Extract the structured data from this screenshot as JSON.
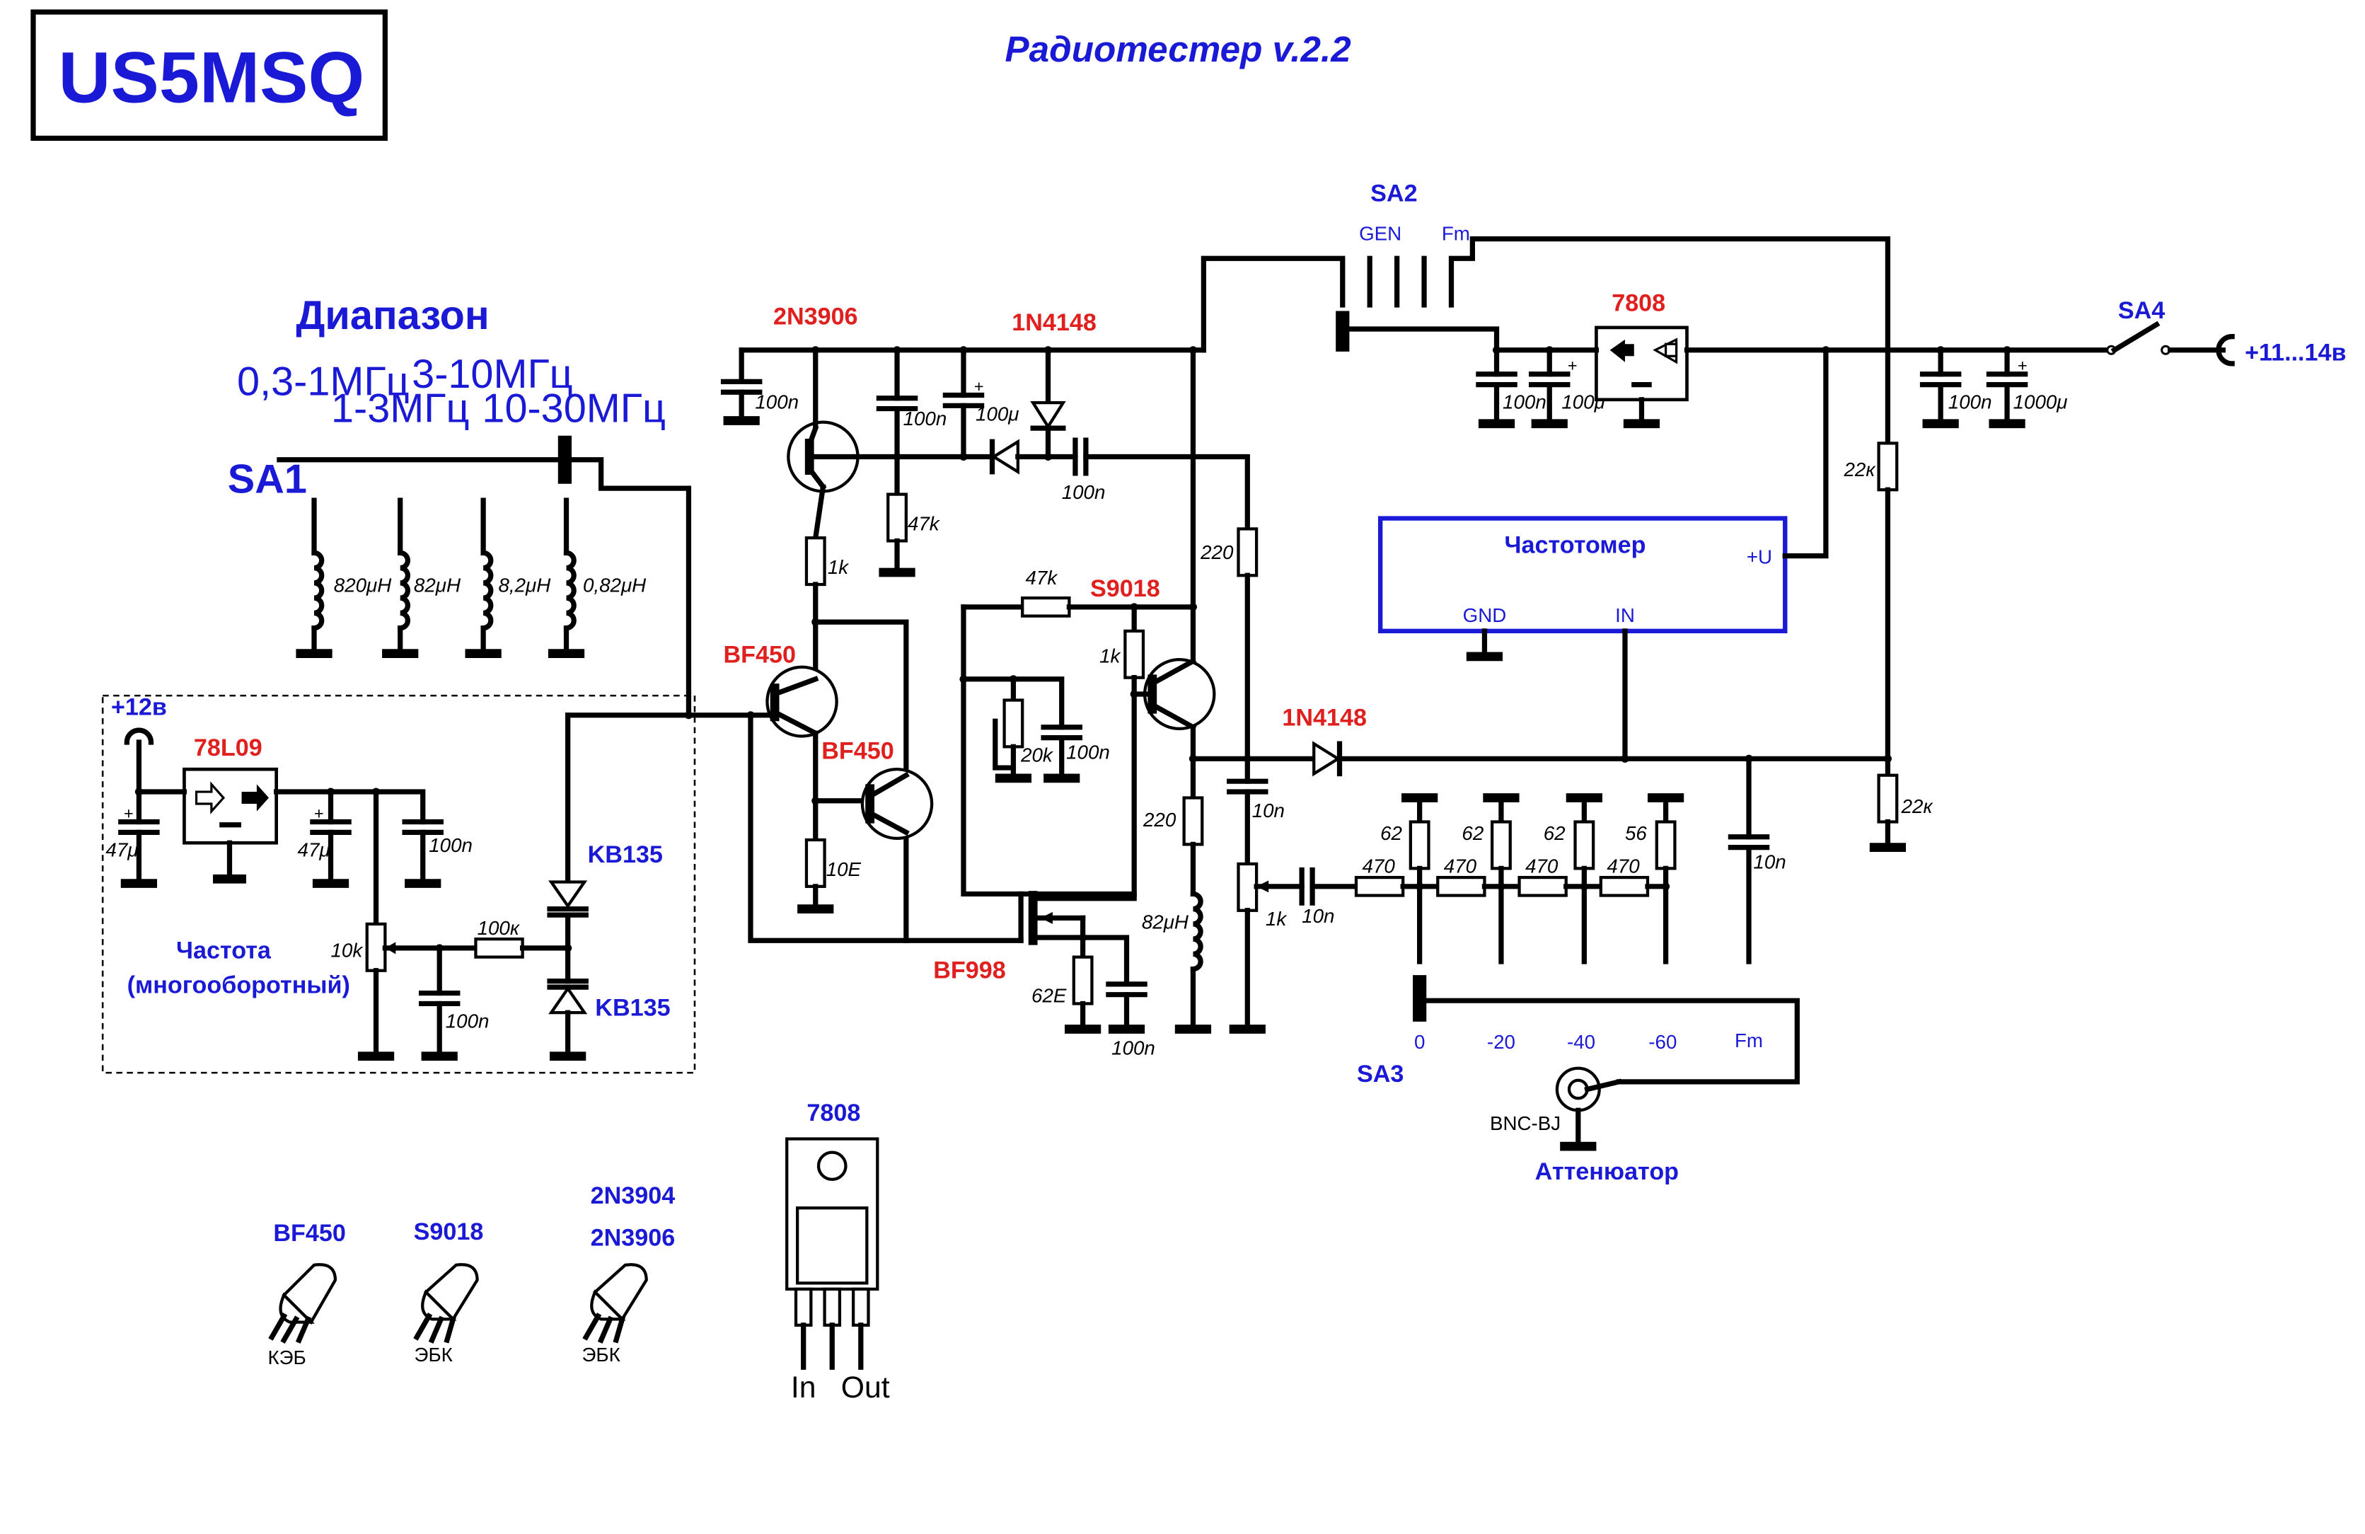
{
  "title": "Радиотестер v.2.2",
  "logo": "US5MSQ",
  "range": {
    "heading": "Диапазон",
    "b1": "0,3-1МГц",
    "b2": "1-3МГц",
    "b3": "3-10МГц",
    "b4": "10-30МГц"
  },
  "switches": {
    "sa1": "SA1",
    "sa2": "SA2",
    "sa3": "SA3",
    "sa4": "SA4",
    "gen": "GEN",
    "fm": "Fm"
  },
  "sa3_positions": {
    "p0": "0",
    "p1": "-20",
    "p2": "-40",
    "p3": "-60",
    "p4": "Fm"
  },
  "frequency_meter": {
    "title": "Частотомер",
    "gnd": "GND",
    "inp": "IN",
    "vcc": "+U"
  },
  "supply": {
    "main": "+11...14в",
    "plus12": "+12в"
  },
  "semis": {
    "q1": "2N3906",
    "d1": "1N4148",
    "q2": "BF450",
    "q3": "BF450",
    "q4": "S9018",
    "d2": "1N4148",
    "q5": "BF998",
    "reg1": "7808",
    "reg2": "78L09",
    "vd1": "KB135",
    "vd2": "KB135"
  },
  "tuning": {
    "line1": "Частота",
    "line2": "(многооборотный)"
  },
  "inductors": [
    "820μH",
    "82μH",
    "8,2μH",
    "0,82μH"
  ],
  "components": {
    "c_q1_top": "100n",
    "c_q1_mid": "100n",
    "c_100u": "100μ",
    "c_coup": "100n",
    "r47k_b": "47k",
    "r1k_e": "1k",
    "r47k_fb": "47k",
    "r1k_b": "1k",
    "r20k": "20k",
    "c_20k": "100n",
    "r10e": "10E",
    "r220_top": "220",
    "r220_bot": "220",
    "l82": "82μH",
    "r62e": "62E",
    "c_bf998": "100n",
    "c10n_a": "10n",
    "r1k_pot": "1k",
    "c10n_b": "10n",
    "c10n_c": "10n",
    "c_reg_a": "100n",
    "c_reg_b": "100μ",
    "c_in_a": "100n",
    "c_in_b": "1000μ",
    "r22k_a": "22к",
    "r22k_b": "22к",
    "c_78_in": "47μ",
    "c_78_out": "47μ",
    "c_78_n": "100n",
    "pot10k": "10k",
    "r100k": "100к",
    "c_100n_tune": "100n"
  },
  "attenuator": {
    "title": "Аттенюатор",
    "connector": "BNC-BJ",
    "shunts": [
      "62",
      "62",
      "62",
      "56"
    ],
    "series": [
      "470",
      "470",
      "470",
      "470"
    ]
  },
  "pinouts": {
    "bf450": {
      "name": "BF450",
      "pins": "КЭБ"
    },
    "s9018": {
      "name": "S9018",
      "pins": "ЭБК"
    },
    "n2n": {
      "name1": "2N3904",
      "name2": "2N3906",
      "pins": "ЭБК"
    },
    "reg": {
      "name": "7808",
      "pin_in": "In",
      "pin_out": "Out"
    }
  }
}
